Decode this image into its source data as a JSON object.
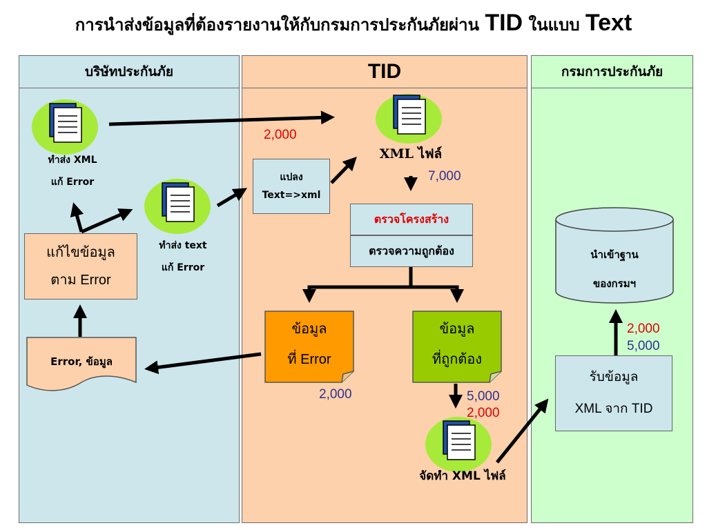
{
  "title": {
    "prefix": "การนำส่งข้อมูลที่ต้องรายงานให้กับกรมการประกันภัยผ่าน",
    "tid": "TID",
    "mid": "ในแบบ",
    "text": "Text"
  },
  "lanes": {
    "insurer": "บริษัทประกันภัย",
    "tid": "TID",
    "department": "กรมการประกันภัย"
  },
  "insurer": {
    "send_xml_line1": "ทำส่ง XML",
    "send_xml_line2": "แก้ Error",
    "send_text_line1": "ทำส่ง text",
    "send_text_line2": "แก้ Error",
    "fix_data_line1": "แก้ไขข้อมูล",
    "fix_data_line2": "ตาม Error",
    "error_doc": "Error, ข้อมูล"
  },
  "tid": {
    "convert_line1": "แปลง",
    "convert_line2": "Text=>xml",
    "xml_file_label": "XML ไฟล์",
    "check_structure": "ตรวจโครงสร้าง",
    "check_accuracy": "ตรวจความถูกต้อง",
    "error_data_line1": "ข้อมูล",
    "error_data_line2": "ที่ Error",
    "correct_data_line1": "ข้อมูล",
    "correct_data_line2": "ที่ถูกต้อง",
    "make_xml_label": "จัดทำ XML ไฟล์"
  },
  "department": {
    "db_line1": "นำเข้าฐาน",
    "db_line2": "ของกรมฯ",
    "receive_line1": "รับข้อมูล",
    "receive_line2": "XML  จาก TID"
  },
  "numbers": {
    "xml_in": "2,000",
    "xml_total": "7,000",
    "error_count": "2,000",
    "correct_a": "5,000",
    "correct_b": "2,000",
    "import_a": "2,000",
    "import_b": "5,000"
  },
  "colors": {
    "insurer_lane": "#cce6ec",
    "tid_lane": "#fcd1ac",
    "department_lane": "#cdffcd",
    "error_note": "#ff9a00",
    "correct_note": "#99cc00",
    "icon_blob": "#a8ea3a",
    "red": "#e00000",
    "blue": "#2e3192"
  },
  "icons": [
    "document-icon",
    "arrow",
    "database-cylinder"
  ]
}
